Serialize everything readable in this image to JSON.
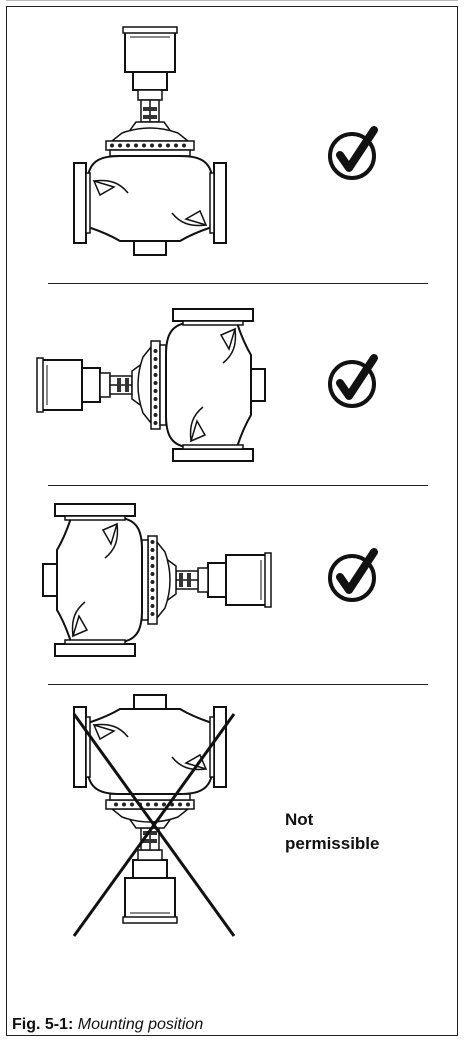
{
  "figure": {
    "number": "Fig. 5-1:",
    "caption": "Mounting position",
    "not_permissible_line1": "Not",
    "not_permissible_line2": "permissible"
  },
  "positions": [
    {
      "orientation": "actuator-up",
      "status": "check-icon"
    },
    {
      "orientation": "actuator-left",
      "status": "check-icon"
    },
    {
      "orientation": "actuator-right",
      "status": "check-icon"
    },
    {
      "orientation": "actuator-down",
      "status": "cross-icon"
    }
  ]
}
